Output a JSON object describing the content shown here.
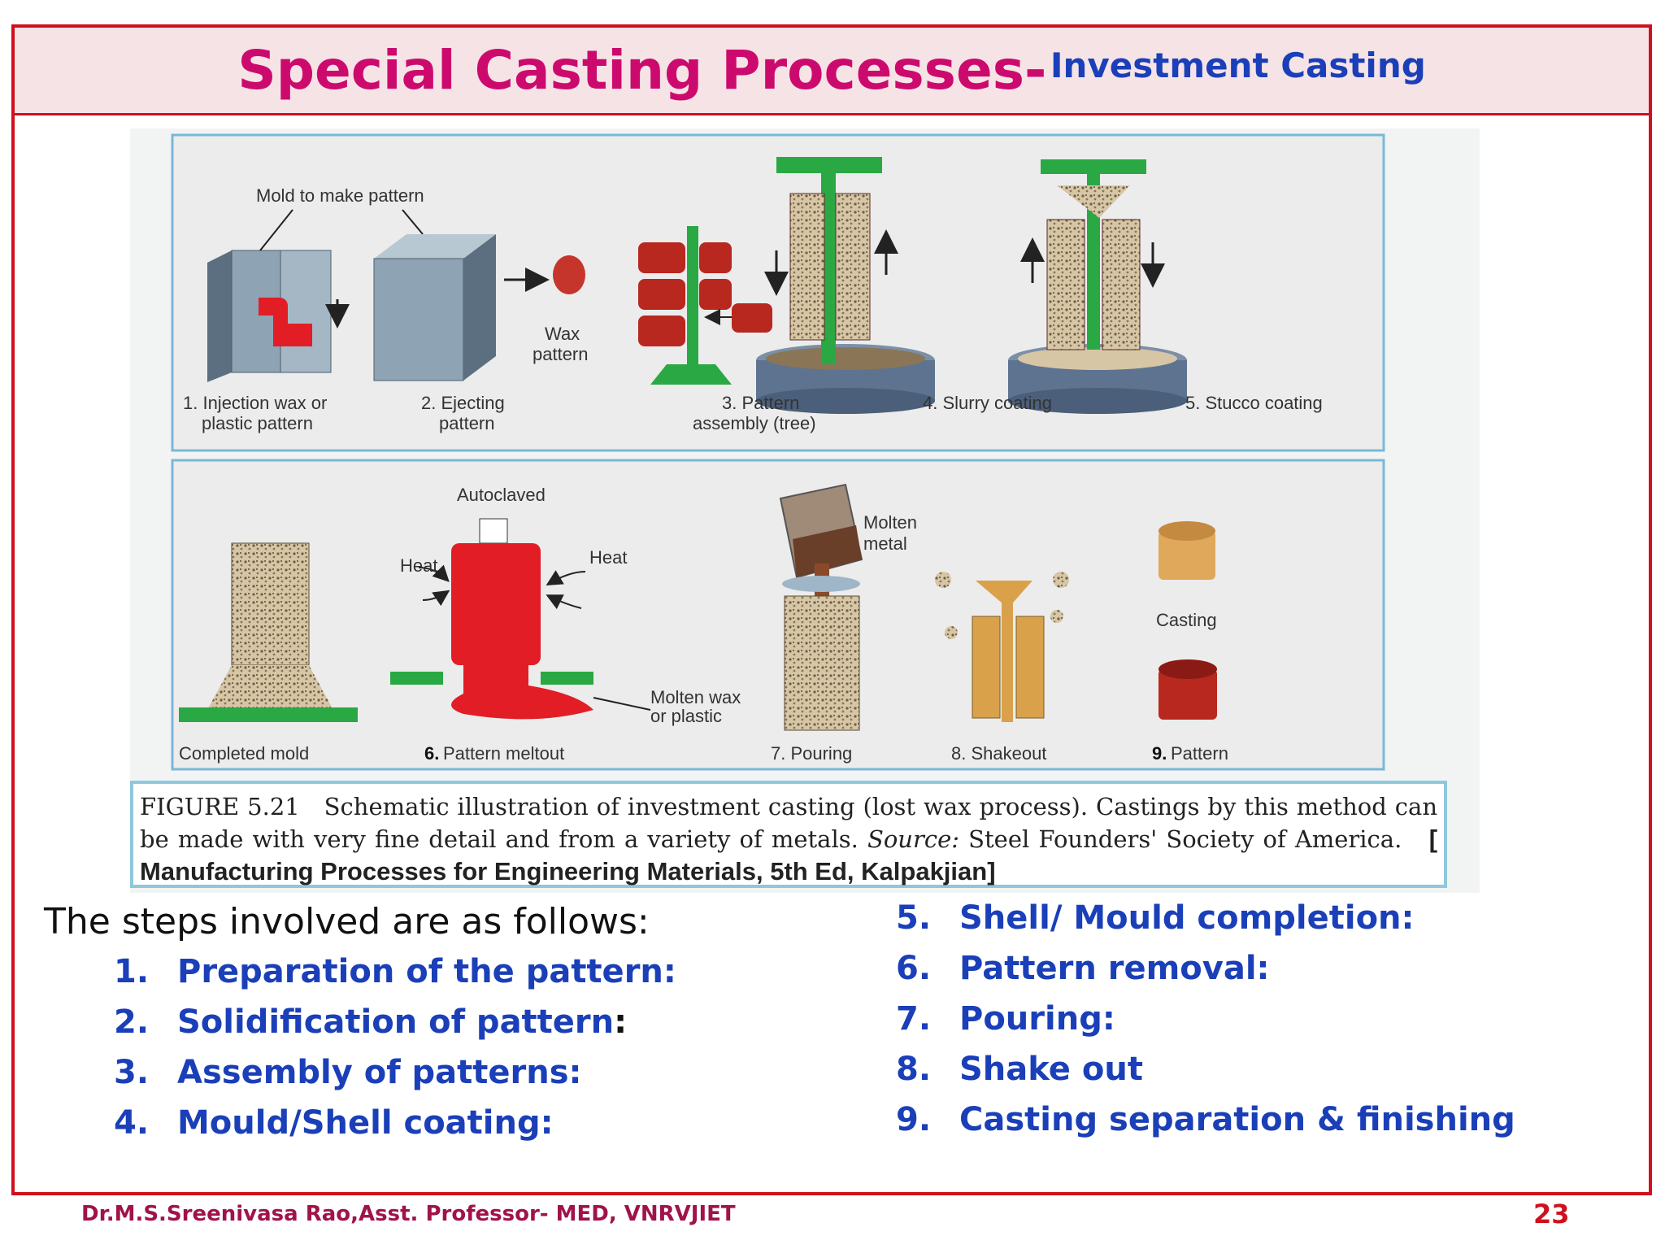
{
  "slide": {
    "title": "Special Casting Processes-",
    "subtitle": "Investment Casting",
    "page_number": "23",
    "footer": "Dr.M.S.Sreenivasa Rao,Asst. Professor- MED, VNRVJIET"
  },
  "figure": {
    "top_labels": {
      "mold_to_make_pattern": "Mold to make pattern",
      "wax_pattern_1": "Wax",
      "wax_pattern_2": "pattern",
      "step1_a": "1. Injection wax or",
      "step1_b": "plastic pattern",
      "step2_a": "2. Ejecting",
      "step2_b": "pattern",
      "step3_a": "3. Pattern",
      "step3_b": "assembly (tree)",
      "step4": "4. Slurry coating",
      "step5": "5. Stucco coating"
    },
    "bottom_labels": {
      "autoclaved": "Autoclaved",
      "heat_left": "Heat",
      "heat_right": "Heat",
      "molten_metal_1": "Molten",
      "molten_metal_2": "metal",
      "molten_wax_1": "Molten wax",
      "molten_wax_2": "or plastic",
      "casting": "Casting",
      "completed_mold": "Completed mold",
      "step6_num": "6.",
      "step6": "Pattern meltout",
      "step7": "7. Pouring",
      "step8": "8. Shakeout",
      "step9_num": "9.",
      "step9": "Pattern"
    },
    "caption_fig": "FIGURE 5.21",
    "caption_text": "Schematic illustration of investment casting (lost wax process). Castings by this method can be made with very fine detail and from a variety of metals.",
    "caption_source_label": "Source:",
    "caption_source": "Steel Founders' Society of America.",
    "caption_reference": "[ Manufacturing Processes for Engineering Materials, 5th Ed, Kalpakjian]"
  },
  "steps": {
    "intro": "The steps involved are as follows:",
    "left": [
      {
        "num": "1.",
        "text": "Preparation of the pattern:"
      },
      {
        "num": "2.",
        "text": "Solidification of pattern",
        "suffix": ":"
      },
      {
        "num": "3.",
        "text": "Assembly of patterns:"
      },
      {
        "num": "4.",
        "text": "Mould/Shell coating:"
      }
    ],
    "right": [
      {
        "num": "5.",
        "text": "Shell/ Mould completion:"
      },
      {
        "num": "6.",
        "text": "Pattern removal:"
      },
      {
        "num": "7.",
        "text": "Pouring:"
      },
      {
        "num": "8.",
        "text": "Shake out"
      },
      {
        "num": "9.",
        "text": "Casting separation & finishing"
      }
    ]
  },
  "colors": {
    "frame": "#d0101e",
    "title": "#cc0a6e",
    "subtitle": "#1a3fb8",
    "list": "#1a3fb8",
    "wax": "#d8202a",
    "sprue": "#2aa844",
    "ceramic": "#cbb89a",
    "casting": "#e0a85a"
  }
}
